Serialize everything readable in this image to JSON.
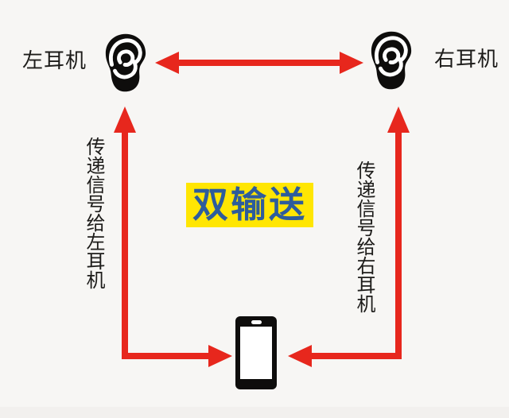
{
  "page": {
    "colors": {
      "page_bg": "#f7f6f4",
      "arrow_red": "#e7271d",
      "highlight_yellow": "#ffe603",
      "banner_text_blue": "#2d5c9c",
      "icon_black": "#0e0d0c",
      "label_black": "#1d1c1a"
    },
    "left_earbud_label": "左耳机",
    "right_earbud_label": "右耳机",
    "banner_text": "双输送",
    "left_signal_text": "传递信号给左耳机",
    "right_signal_text": "传递信号给右耳机"
  }
}
